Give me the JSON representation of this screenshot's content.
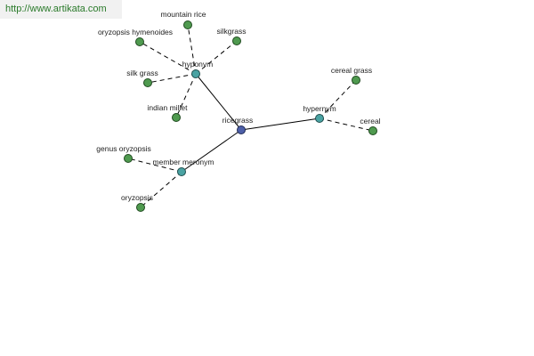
{
  "watermark": {
    "url_text": "http://www.artikata.com"
  },
  "graph": {
    "colors": {
      "leaf_node": "#4f9a4f",
      "relation_node": "#4aa3a3",
      "root_node": "#4d5fa8",
      "edge": "#000000"
    },
    "nodes": [
      {
        "id": "rice-grass",
        "label": "ricegrass",
        "kind": "root"
      },
      {
        "id": "hyponym",
        "label": "hyponym",
        "kind": "relation"
      },
      {
        "id": "hypernym",
        "label": "hypernym",
        "kind": "relation"
      },
      {
        "id": "member-meronym",
        "label": "member meronym",
        "kind": "relation"
      },
      {
        "id": "mountain-rice",
        "label": "mountain rice",
        "kind": "leaf"
      },
      {
        "id": "silkgrass",
        "label": "silkgrass",
        "kind": "leaf"
      },
      {
        "id": "oryzopsis-hymenoides",
        "label": "oryzopsis hymenoides",
        "kind": "leaf"
      },
      {
        "id": "silk-grass",
        "label": "silk grass",
        "kind": "leaf"
      },
      {
        "id": "indian-millet",
        "label": "indian millet",
        "kind": "leaf"
      },
      {
        "id": "cereal-grass",
        "label": "cereal grass",
        "kind": "leaf"
      },
      {
        "id": "cereal",
        "label": "cereal",
        "kind": "leaf"
      },
      {
        "id": "genus-oryzopsis",
        "label": "genus oryzopsis",
        "kind": "leaf"
      },
      {
        "id": "oryzopsis",
        "label": "oryzopsis",
        "kind": "leaf"
      }
    ],
    "edges": [
      {
        "from": "rice-grass",
        "to": "hyponym",
        "style": "solid"
      },
      {
        "from": "rice-grass",
        "to": "hypernym",
        "style": "solid"
      },
      {
        "from": "rice-grass",
        "to": "member-meronym",
        "style": "solid"
      },
      {
        "from": "hyponym",
        "to": "mountain-rice",
        "style": "dashed"
      },
      {
        "from": "hyponym",
        "to": "silkgrass",
        "style": "dashed"
      },
      {
        "from": "hyponym",
        "to": "oryzopsis-hymenoides",
        "style": "dashed"
      },
      {
        "from": "hyponym",
        "to": "silk-grass",
        "style": "dashed"
      },
      {
        "from": "hyponym",
        "to": "indian-millet",
        "style": "dashed"
      },
      {
        "from": "hypernym",
        "to": "cereal-grass",
        "style": "dashed"
      },
      {
        "from": "hypernym",
        "to": "cereal",
        "style": "dashed"
      },
      {
        "from": "member-meronym",
        "to": "genus-oryzopsis",
        "style": "dashed"
      },
      {
        "from": "member-meronym",
        "to": "oryzopsis",
        "style": "dashed"
      }
    ]
  }
}
